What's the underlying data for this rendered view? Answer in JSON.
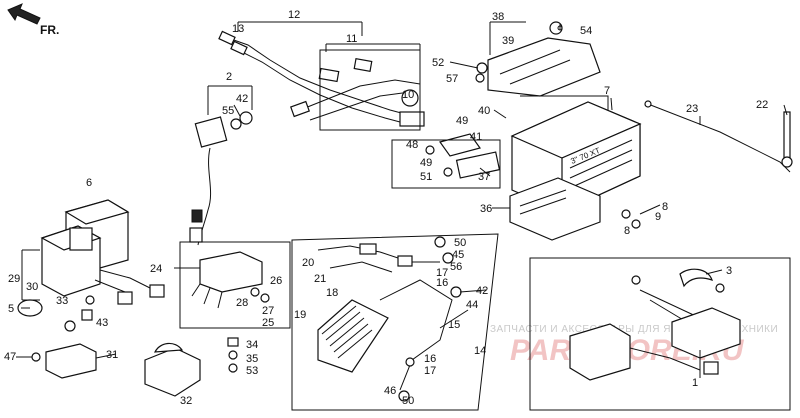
{
  "direction_marker": {
    "label": "FR.",
    "icon": "arrow-icon"
  },
  "watermark": {
    "text": "ЗАПЧАСТИ И АКСЕССУАРЫ ДЛЯ ЯПОНСКОЙ ТЕХНИКИ",
    "logo": "PARTSTORE.RU"
  },
  "unit_label": "3\" 70 XT",
  "callouts": [
    "1",
    "2",
    "3",
    "5",
    "6",
    "7",
    "8",
    "8",
    "9",
    "10",
    "11",
    "12",
    "13",
    "14",
    "15",
    "16",
    "16",
    "17",
    "17",
    "18",
    "19",
    "20",
    "21",
    "22",
    "23",
    "24",
    "25",
    "26",
    "27",
    "28",
    "29",
    "30",
    "31",
    "32",
    "33",
    "34",
    "35",
    "36",
    "37",
    "38",
    "39",
    "40",
    "41",
    "42",
    "42",
    "43",
    "44",
    "45",
    "46",
    "47",
    "48",
    "49",
    "49",
    "50",
    "50",
    "51",
    "52",
    "53",
    "54",
    "55",
    "56",
    "57"
  ],
  "colors": {
    "line": "#111111",
    "watermark_logo": "#f2c4c4",
    "watermark_text": "#c9c9c9"
  }
}
